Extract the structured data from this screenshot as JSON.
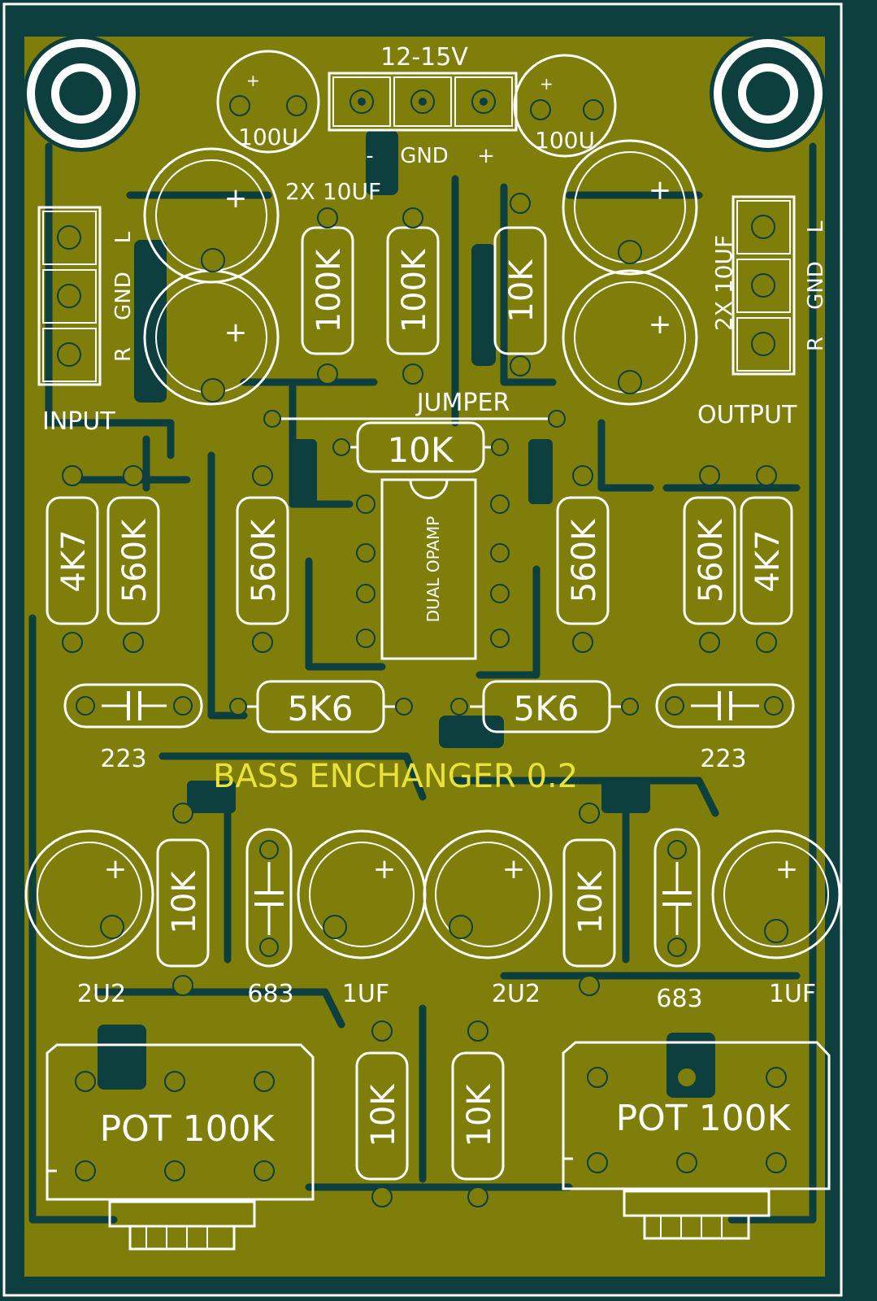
{
  "board": {
    "title": "BASS ENCHANGER 0.2",
    "colors": {
      "background": "#0c3f3e",
      "copper": "#807e0a",
      "silkscreen": "#ffffff",
      "title": "#e8e23a"
    }
  },
  "power": {
    "label": "12-15V",
    "pins": [
      "-",
      "GND",
      "+"
    ]
  },
  "caps_power": {
    "left": "100U",
    "right": "100U",
    "plus": "+"
  },
  "input": {
    "label": "INPUT",
    "pins": [
      "L",
      "GND",
      "R"
    ],
    "caps": "2X 10UF"
  },
  "output": {
    "label": "OUTPUT",
    "pins": [
      "L",
      "GND",
      "R"
    ],
    "caps": "2X 10UF"
  },
  "resistors_top": [
    "100K",
    "100K",
    "10K"
  ],
  "jumper": {
    "label": "JUMPER",
    "resistor": "10K"
  },
  "opamp": {
    "label": "DUAL OPAMP"
  },
  "resistors_mid": {
    "left": [
      "4K7",
      "560K",
      "560K"
    ],
    "right": [
      "560K",
      "560K",
      "4K7"
    ]
  },
  "resistors_5k6": [
    "5K6",
    "5K6"
  ],
  "caps_223": [
    "223",
    "223"
  ],
  "lower": {
    "caps_2u2": [
      "2U2",
      "2U2"
    ],
    "caps_683": [
      "683",
      "683"
    ],
    "caps_1uf": [
      "1UF",
      "1UF"
    ],
    "resistors_10k": [
      "10K",
      "10K"
    ],
    "bottom_resistors": [
      "10K",
      "10K"
    ]
  },
  "pots": [
    "POT 100K",
    "POT 100K"
  ]
}
